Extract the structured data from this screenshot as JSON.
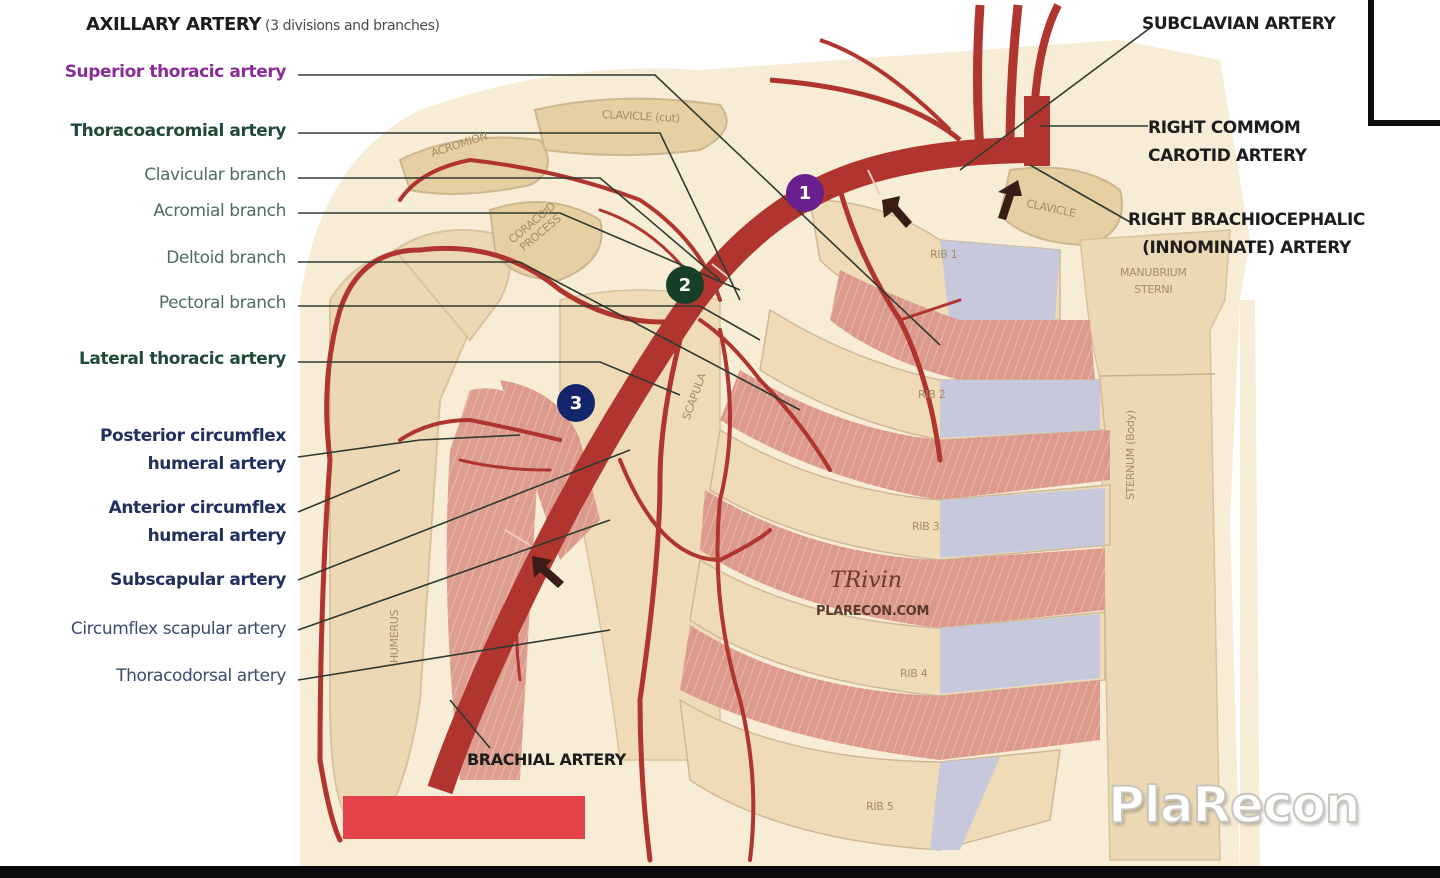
{
  "title": {
    "main": "AXILLARY ARTERY",
    "subtitle": "(3 divisions and branches)"
  },
  "left_labels": [
    {
      "id": "superior-thoracic",
      "text": "Superior thoracic artery",
      "color_class": "purple",
      "division": 1
    },
    {
      "id": "thoracoacromial",
      "text": "Thoracoacromial artery",
      "color_class": "dkgreen",
      "division": 2
    },
    {
      "id": "clavicular",
      "text": "Clavicular branch",
      "color_class": "green",
      "division": 2
    },
    {
      "id": "acromial",
      "text": "Acromial branch",
      "color_class": "green",
      "division": 2
    },
    {
      "id": "deltoid",
      "text": "Deltoid branch",
      "color_class": "green",
      "division": 2
    },
    {
      "id": "pectoral",
      "text": "Pectoral branch",
      "color_class": "green",
      "division": 2
    },
    {
      "id": "lateral-thoracic",
      "text": "Lateral thoracic artery",
      "color_class": "dkgreen",
      "division": 2
    },
    {
      "id": "posterior-circumflex",
      "text_line1": "Posterior circumflex",
      "text_line2": "humeral artery",
      "color_class": "navy",
      "division": 3
    },
    {
      "id": "anterior-circumflex",
      "text_line1": "Anterior circumflex",
      "text_line2": "humeral artery",
      "color_class": "navy",
      "division": 3
    },
    {
      "id": "subscapular",
      "text": "Subscapular artery",
      "color_class": "navy",
      "division": 3
    },
    {
      "id": "circumflex-scapular",
      "text": "Circumflex scapular artery",
      "color_class": "slate",
      "division": 3
    },
    {
      "id": "thoracodorsal",
      "text": "Thoracodorsal artery",
      "color_class": "slate",
      "division": 3
    }
  ],
  "right_labels": {
    "subclavian": "SUBCLAVIAN ARTERY",
    "common_carotid_line1": "RIGHT COMMOM",
    "common_carotid_line2": "CAROTID ARTERY",
    "brachiocephalic_line1": "RIGHT BRACHIOCEPHALIC",
    "brachiocephalic_line2": "(INNOMINATE) ARTERY"
  },
  "bottom_labels": {
    "brachial": "BRACHIAL ARTERY"
  },
  "bone_labels": {
    "clavicle_cut": "CLAVICLE (cut)",
    "acromion": "ACROMION",
    "coracoid_line1": "CORACOID",
    "coracoid_line2": "PROCESS",
    "clavicle": "CLAVICLE",
    "rib1": "RIB 1",
    "rib2": "RIB 2",
    "rib3": "RIB 3",
    "rib4": "RIB 4",
    "rib5": "RIB 5",
    "manubrium_line1": "MANUBRIUM",
    "manubrium_line2": "STERNI",
    "sternum_body": "STERNUM (Body)",
    "scapula": "SCAPULA",
    "humerus": "HUMERUS"
  },
  "division_badges": [
    {
      "number": "1",
      "color": "#6a1f8e"
    },
    {
      "number": "2",
      "color": "#173f27"
    },
    {
      "number": "3",
      "color": "#14266b"
    }
  ],
  "signature": "TRivin",
  "site_credit": "PLARECON.COM",
  "watermark": "PlaRecon",
  "redaction_box_color": "#e5434a",
  "colors": {
    "artery": "#b0352f",
    "artery_dark": "#8e2a25",
    "bone": "#ecd9b4",
    "skin": "#f7ecd6",
    "muscle": "#dc9a8c",
    "cartilage": "#c7c8dc",
    "leader_line": "#2f3a30"
  }
}
